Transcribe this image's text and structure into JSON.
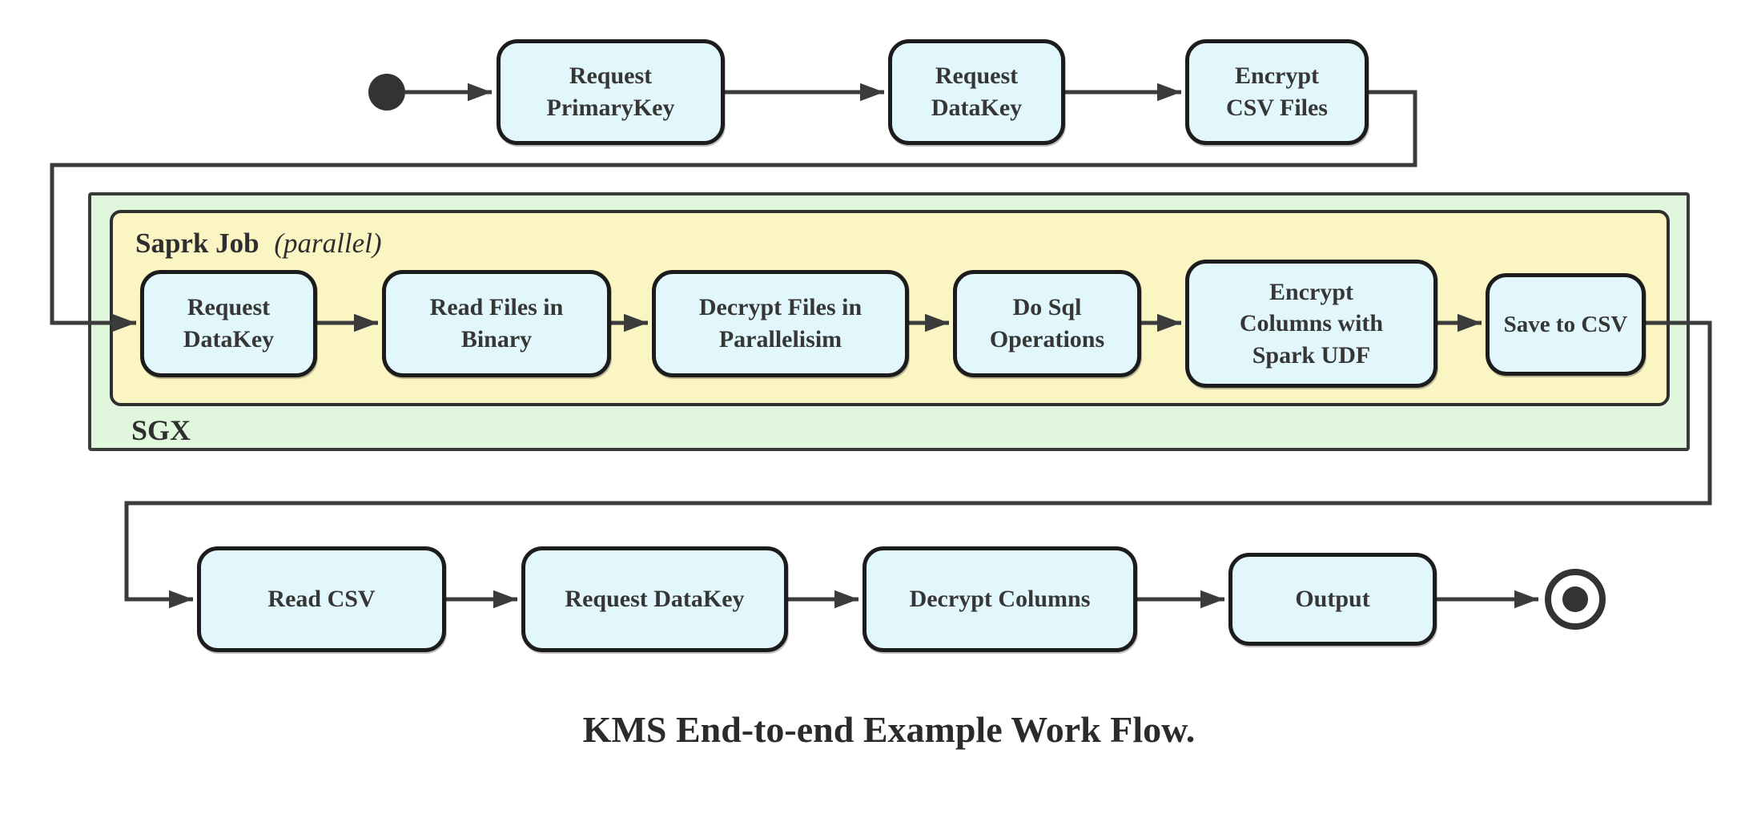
{
  "diagram": {
    "caption": "KMS End-to-end Example Work Flow.",
    "colors": {
      "node_fill": "#e1f7fb",
      "node_border": "#1c1c1c",
      "spark_container_fill": "#fbf5c4",
      "sgx_container_fill": "#e0f7de",
      "line": "#3b3b3b",
      "text": "#363636"
    },
    "top_row": {
      "nodes": [
        {
          "label": "Request\nPrimaryKey"
        },
        {
          "label": "Request\nDataKey"
        },
        {
          "label": "Encrypt\nCSV Files"
        }
      ]
    },
    "sgx": {
      "label": "SGX",
      "spark_job": {
        "title": "Saprk Job",
        "mode": "(parallel)",
        "nodes": [
          {
            "label": "Request\nDataKey"
          },
          {
            "label": "Read Files in\nBinary"
          },
          {
            "label": "Decrypt Files in\nParallelisim"
          },
          {
            "label": "Do Sql\nOperations"
          },
          {
            "label": "Encrypt\nColumns with\nSpark UDF"
          },
          {
            "label": "Save to CSV"
          }
        ]
      }
    },
    "bottom_row": {
      "nodes": [
        {
          "label": "Read CSV"
        },
        {
          "label": "Request DataKey"
        },
        {
          "label": "Decrypt Columns"
        },
        {
          "label": "Output"
        }
      ]
    }
  }
}
